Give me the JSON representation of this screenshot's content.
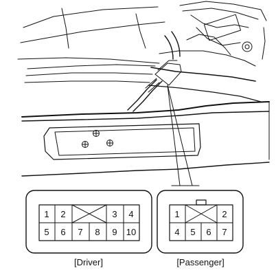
{
  "connectors": {
    "driver": {
      "caption": "[Driver]",
      "pins": [
        "1",
        "2",
        "3",
        "4",
        "5",
        "6",
        "7",
        "8",
        "9",
        "10"
      ]
    },
    "passenger": {
      "caption": "[Passenger]",
      "pins": [
        "1",
        "2",
        "4",
        "5",
        "6",
        "7"
      ]
    }
  }
}
